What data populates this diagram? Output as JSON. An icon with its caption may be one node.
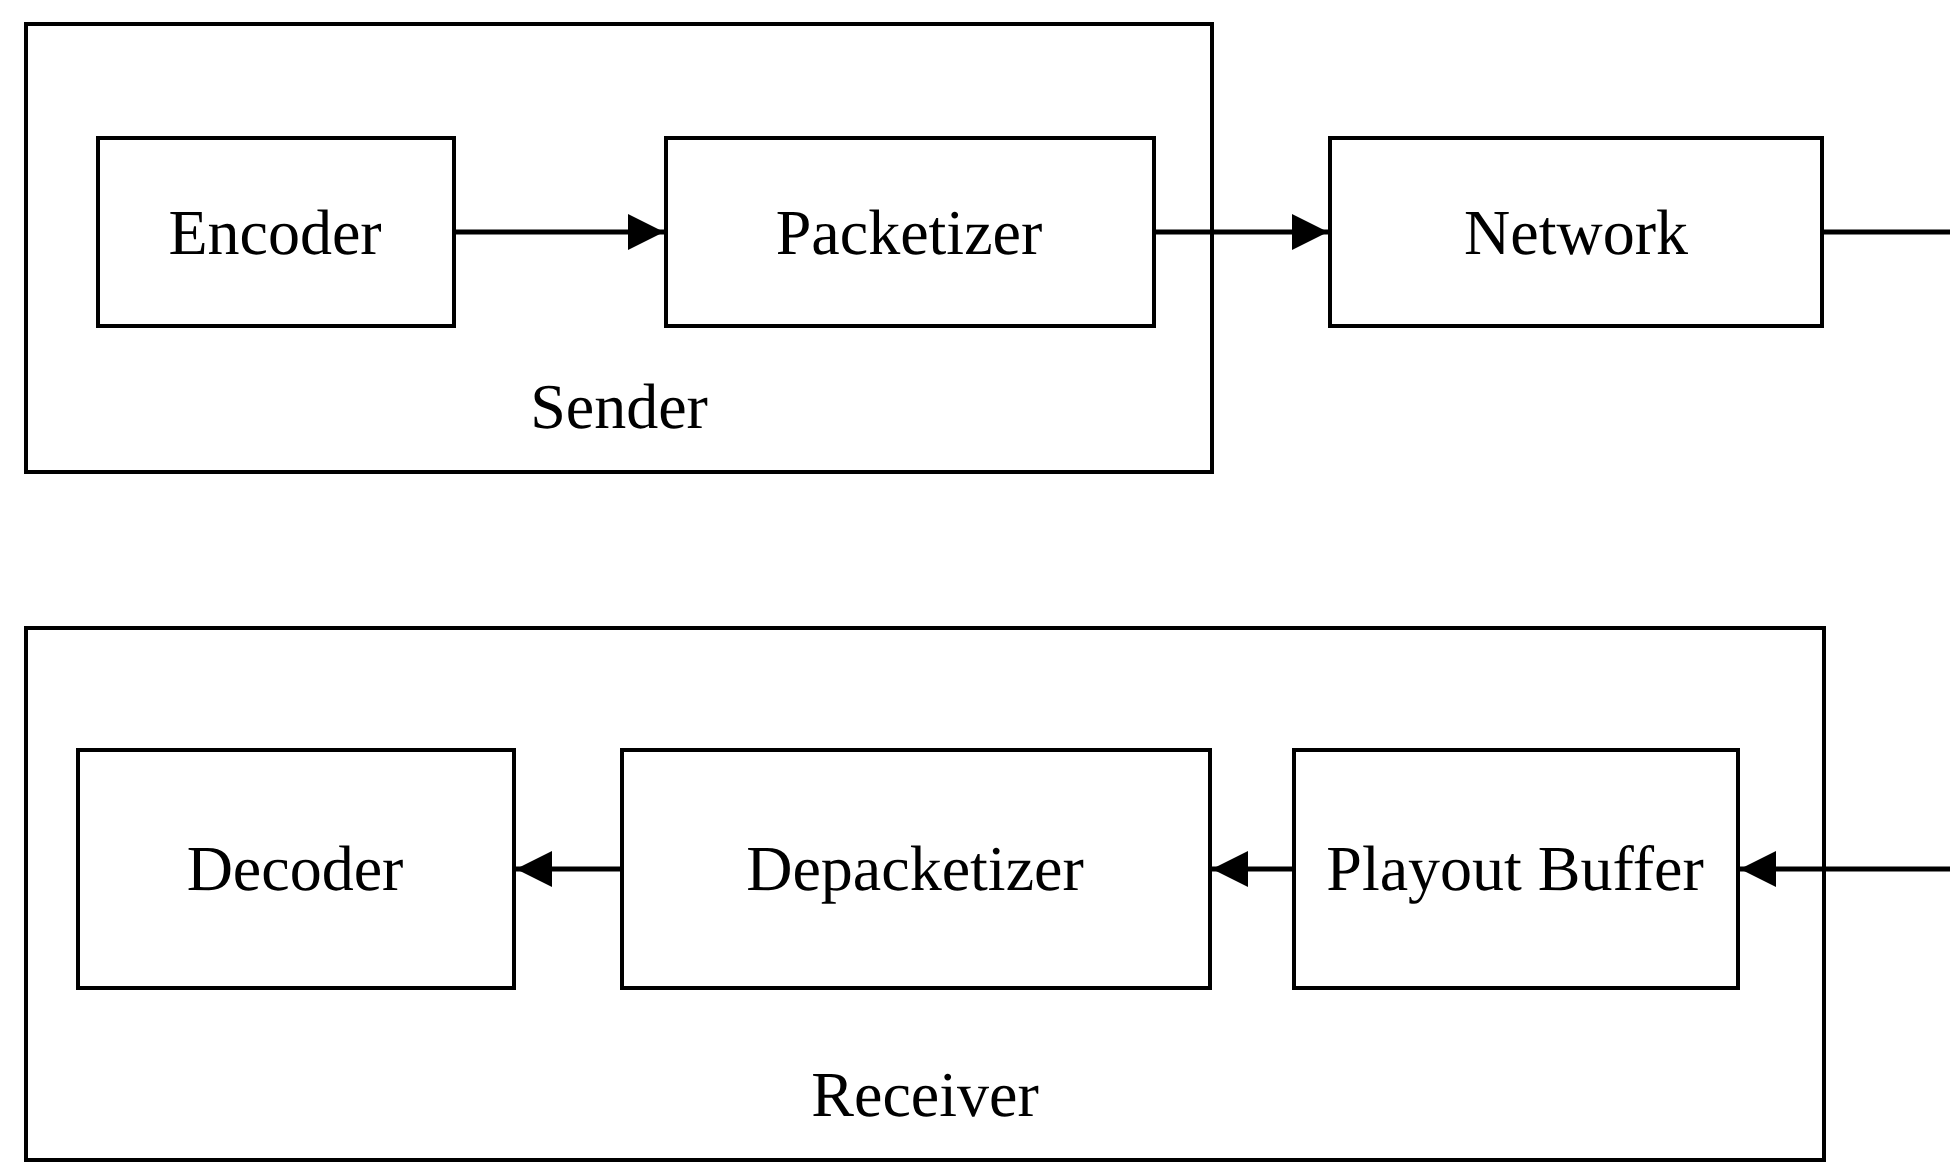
{
  "diagram": {
    "nodes": [
      {
        "text": [
          "Sender"
        ]
      },
      {
        "text": [
          "Encoder"
        ],
        "in": 0
      },
      {
        "text": [
          "Packetizer"
        ],
        "in": 0
      },
      {
        "text": [
          "Network"
        ]
      },
      {
        "text": [
          "Receiver"
        ]
      },
      {
        "text": [
          "Decoder"
        ],
        "in": 4
      },
      {
        "text": [
          "Depacketizer"
        ],
        "in": 4
      },
      {
        "text": [
          "Playout Buffer"
        ],
        "in": 4
      }
    ],
    "edges": [
      {
        "from": 1,
        "to": 2,
        "arrow": "to"
      },
      {
        "from": 2,
        "to": 3,
        "arrow": "to"
      },
      {
        "from": 3,
        "to": null,
        "arrow": "none"
      },
      {
        "from": null,
        "to": 7,
        "arrow": "to"
      },
      {
        "from": 7,
        "to": 6,
        "arrow": "to"
      },
      {
        "from": 6,
        "to": 5,
        "arrow": "to"
      }
    ]
  }
}
